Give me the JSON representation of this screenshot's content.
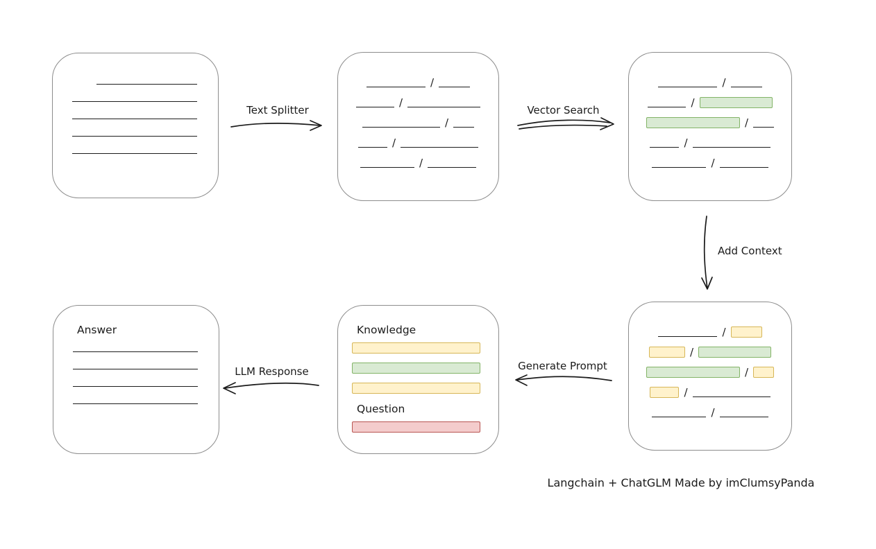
{
  "caption": "Langchain + ChatGLM Made by imClumsyPanda",
  "separator": "/",
  "labels": {
    "text_splitter": "Text Splitter",
    "vector_search": "Vector Search",
    "add_context": "Add Context",
    "generate_prompt": "Generate Prompt",
    "llm_response": "LLM Response",
    "knowledge": "Knowledge",
    "question": "Question",
    "answer": "Answer"
  },
  "colors": {
    "stroke": "#1b1b1b",
    "box_border": "#8c8c8c",
    "green_fill": "#d9ead3",
    "green_border": "#82b366",
    "yellow_fill": "#fff2cc",
    "yellow_border": "#d6b656",
    "red_fill": "#f4cccc",
    "red_border": "#b85450"
  },
  "document_box": {
    "line_widths": [
      145,
      180,
      180,
      180,
      180
    ]
  },
  "split_box": {
    "rows": [
      [
        {
          "t": "line",
          "w": 85
        },
        {
          "t": "line",
          "w": 45
        }
      ],
      [
        {
          "t": "line",
          "w": 55
        },
        {
          "t": "line",
          "w": 105
        }
      ],
      [
        {
          "t": "line",
          "w": 112
        },
        {
          "t": "line",
          "w": 30
        }
      ],
      [
        {
          "t": "line",
          "w": 42
        },
        {
          "t": "line",
          "w": 112
        }
      ],
      [
        {
          "t": "line",
          "w": 78
        },
        {
          "t": "line",
          "w": 70
        }
      ]
    ]
  },
  "search_box": {
    "rows": [
      [
        {
          "t": "line",
          "w": 85
        },
        {
          "t": "line",
          "w": 45
        }
      ],
      [
        {
          "t": "line",
          "w": 55
        },
        {
          "t": "green",
          "w": 105
        }
      ],
      [
        {
          "t": "green",
          "w": 135
        },
        {
          "t": "line",
          "w": 30
        }
      ],
      [
        {
          "t": "line",
          "w": 42
        },
        {
          "t": "line",
          "w": 112
        }
      ],
      [
        {
          "t": "line",
          "w": 78
        },
        {
          "t": "line",
          "w": 70
        }
      ]
    ]
  },
  "context_box": {
    "rows": [
      [
        {
          "t": "line",
          "w": 85
        },
        {
          "t": "yellow",
          "w": 45
        }
      ],
      [
        {
          "t": "yellow",
          "w": 52
        },
        {
          "t": "green",
          "w": 105
        }
      ],
      [
        {
          "t": "green",
          "w": 135
        },
        {
          "t": "yellow",
          "w": 30
        }
      ],
      [
        {
          "t": "yellow",
          "w": 42
        },
        {
          "t": "line",
          "w": 112
        }
      ],
      [
        {
          "t": "line",
          "w": 78
        },
        {
          "t": "line",
          "w": 70
        }
      ]
    ]
  },
  "answer_box": {
    "line_widths": [
      180,
      180,
      180,
      180
    ]
  }
}
